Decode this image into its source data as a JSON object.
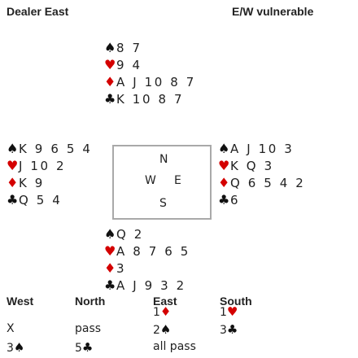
{
  "header": {
    "dealer": "Dealer East",
    "vulnerability": "E/W vulnerable"
  },
  "hands": {
    "north": {
      "spades": "8 7",
      "hearts": "9 4",
      "diamonds": "A J 10 8 7",
      "clubs": "K 10 8 7"
    },
    "west": {
      "spades": "K 9 6 5 4",
      "hearts": "J 10 2",
      "diamonds": "K 9",
      "clubs": "Q 5 4"
    },
    "east": {
      "spades": "A J 10 3",
      "hearts": "K Q 3",
      "diamonds": "Q 6 5 4 2",
      "clubs": "6"
    },
    "south": {
      "spades": "Q 2",
      "hearts": "A 8 7 6 5",
      "diamonds": "3",
      "clubs": "A J 9 3 2"
    }
  },
  "compass": {
    "n": "N",
    "w": "W",
    "e": "E",
    "s": "S"
  },
  "suit_symbols": {
    "spades": "♠",
    "hearts": "♥",
    "diamonds": "♦",
    "clubs": "♣"
  },
  "colors": {
    "black_suit": "#111111",
    "red_suit": "#d40000",
    "compass_border": "#a9a9a9"
  },
  "bidding": {
    "headers": [
      "West",
      "North",
      "East",
      "South"
    ],
    "rounds": [
      [
        {
          "text": ""
        },
        {
          "text": ""
        },
        {
          "text": "1",
          "suit": "diamonds"
        },
        {
          "text": "1",
          "suit": "hearts"
        }
      ],
      [
        {
          "text": "X"
        },
        {
          "text": "pass"
        },
        {
          "text": "2",
          "suit": "spades"
        },
        {
          "text": "3",
          "suit": "clubs"
        }
      ],
      [
        {
          "text": "3",
          "suit": "spades"
        },
        {
          "text": "5",
          "suit": "clubs"
        },
        {
          "text": "all pass"
        },
        {
          "text": ""
        }
      ]
    ]
  }
}
